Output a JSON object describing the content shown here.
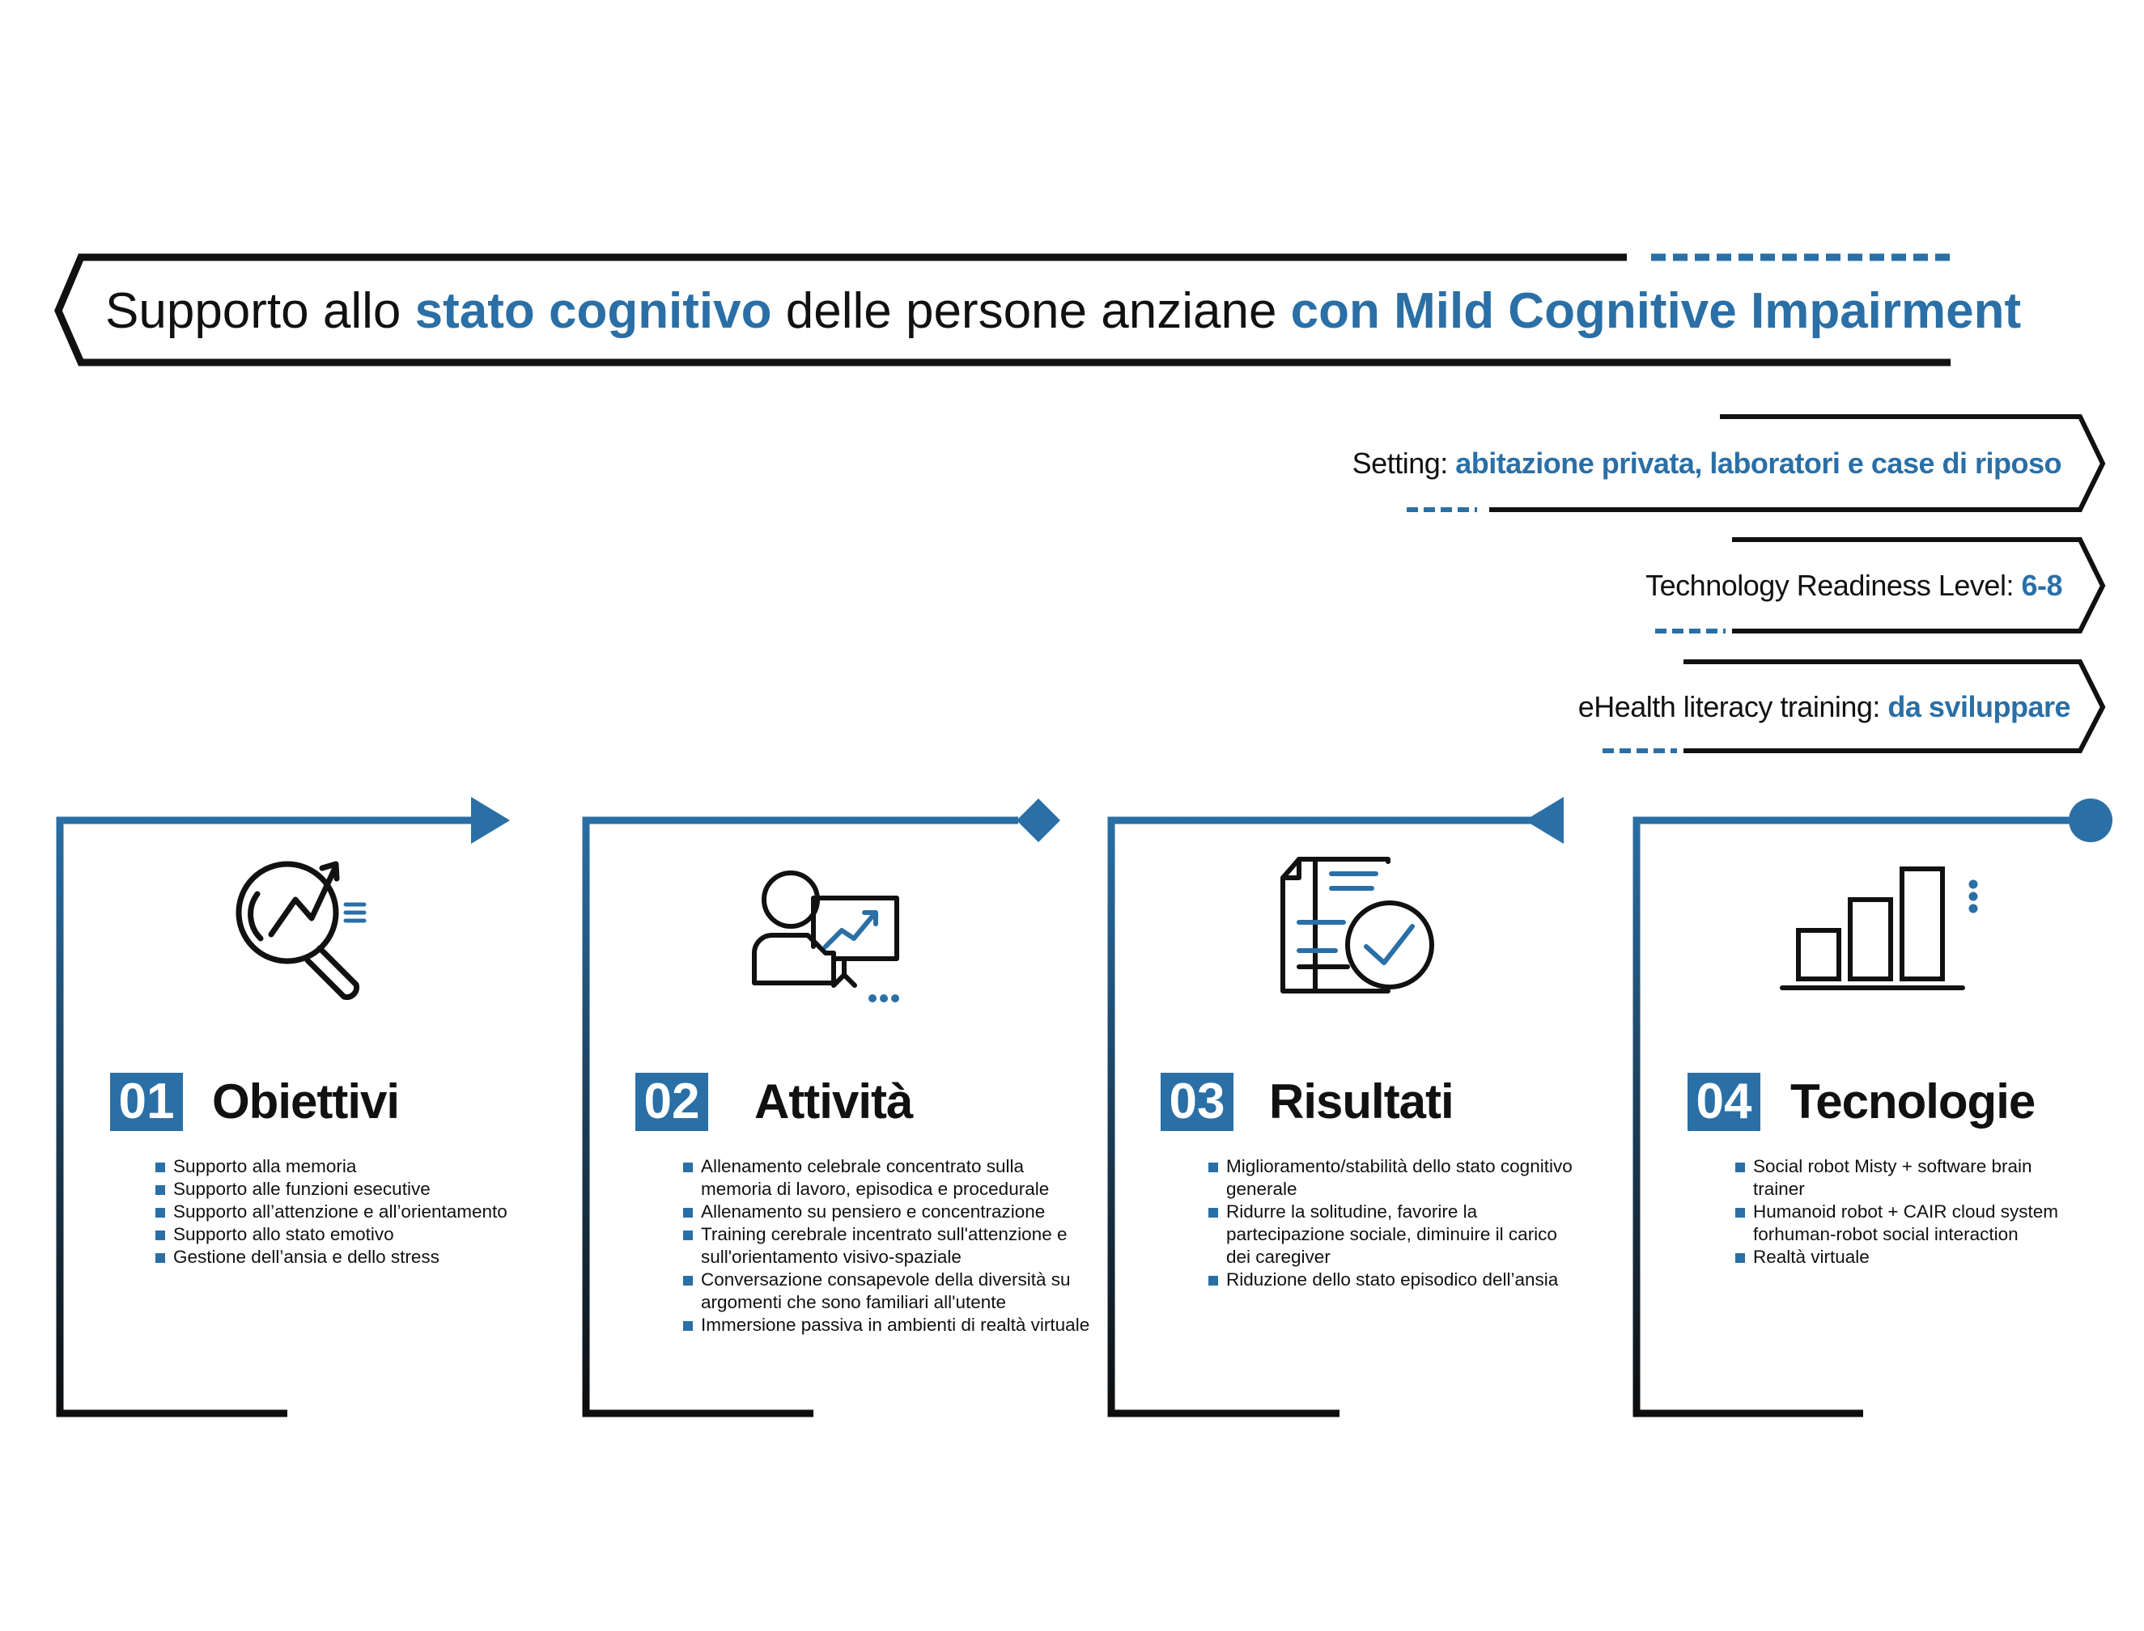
{
  "title": {
    "part1": "Supporto allo ",
    "part2": "stato cognitivo",
    "part3": " delle persone anziane ",
    "part4": "con Mild Cognitive Impairment"
  },
  "info": [
    {
      "label": "Setting: ",
      "value": "abitazione privata, laboratori e case di riposo"
    },
    {
      "label": "Technology Readiness Level: ",
      "value": "6-8"
    },
    {
      "label": "eHealth literacy training: ",
      "value": "da sviluppare"
    }
  ],
  "cards": [
    {
      "number": "01",
      "title": "Obiettivi",
      "icon": "magnifier-chart-icon",
      "items": [
        "Supporto alla memoria",
        "Supporto alle funzioni esecutive",
        "Supporto all’attenzione e all’orientamento",
        "Supporto allo stato emotivo",
        "Gestione dell’ansia e dello stress"
      ]
    },
    {
      "number": "02",
      "title": "Attività",
      "icon": "presenter-chart-icon",
      "items": [
        "Allenamento celebrale concentrato sulla memoria di lavoro, episodica e procedurale",
        "Allenamento su pensiero e concentrazione",
        "Training cerebrale incentrato sull'attenzione e sull'orientamento visivo-spaziale",
        "Conversazione consapevole della diversità  su argomenti che sono  familiari all'utente",
        "Immersione passiva in ambienti di realtà virtuale"
      ]
    },
    {
      "number": "03",
      "title": "Risultati",
      "icon": "document-check-icon",
      "items": [
        "Miglioramento/stabilità  dello stato cognitivo generale",
        "Ridurre la solitudine, favorire la partecipazione sociale, diminuire il carico dei caregiver",
        "Riduzione dello stato episodico dell’ansia"
      ]
    },
    {
      "number": "04",
      "title": "Tecnologie",
      "icon": "bar-chart-icon",
      "items": [
        "Social robot Misty + software brain trainer",
        "Humanoid robot + CAIR cloud system forhuman-robot social interaction",
        "Realtà virtuale"
      ]
    }
  ],
  "colors": {
    "accent": "#2a6fa6",
    "dark": "#111111"
  }
}
